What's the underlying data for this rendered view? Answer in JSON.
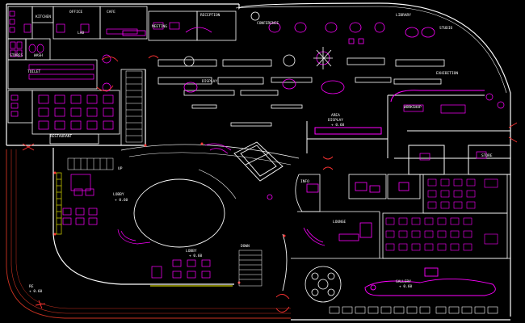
{
  "drawing": {
    "background": "#000000",
    "colors": {
      "wall": "#ffffff",
      "furniture": "#ff00ff",
      "stair": "#ffff00",
      "door": "#ff3333",
      "dim": "#cc3322",
      "fixture": "#9999ff",
      "text": "#ffffff",
      "glass": "#00ffff"
    }
  },
  "labels": {
    "lobby_left": "LOBBY",
    "lobby_left_level": "+ 0.60",
    "lobby_bottom": "LOBBY",
    "lobby_bottom_level": "+ 0.60",
    "area_display": "AREA",
    "area_display2": "DISPLAY",
    "area_display_level": "+ 0.60",
    "gallery": "GALLERY",
    "gallery_level": "+ 0.60",
    "up": "UP",
    "down": "DOWN",
    "entrance": "RE",
    "entrance_level": "+ 0.60",
    "office": "OFFICE",
    "lab": "LAB",
    "kitchen": "KITCHEN",
    "stores": "STORES",
    "wash": "WASH",
    "toilet": "TOILET",
    "restaurant": "RESTAURANT",
    "cafe": "CAFE",
    "meeting": "MEETING",
    "reception": "RECEPTION",
    "conference": "CONFERENCE",
    "library": "LIBRARY",
    "studio": "STUDIO",
    "display": "DISPLAY",
    "exhibition": "EXHIBITION",
    "workshop": "WORKSHOP",
    "store": "STORE",
    "lounge": "LOUNGE",
    "info": "INFO"
  }
}
